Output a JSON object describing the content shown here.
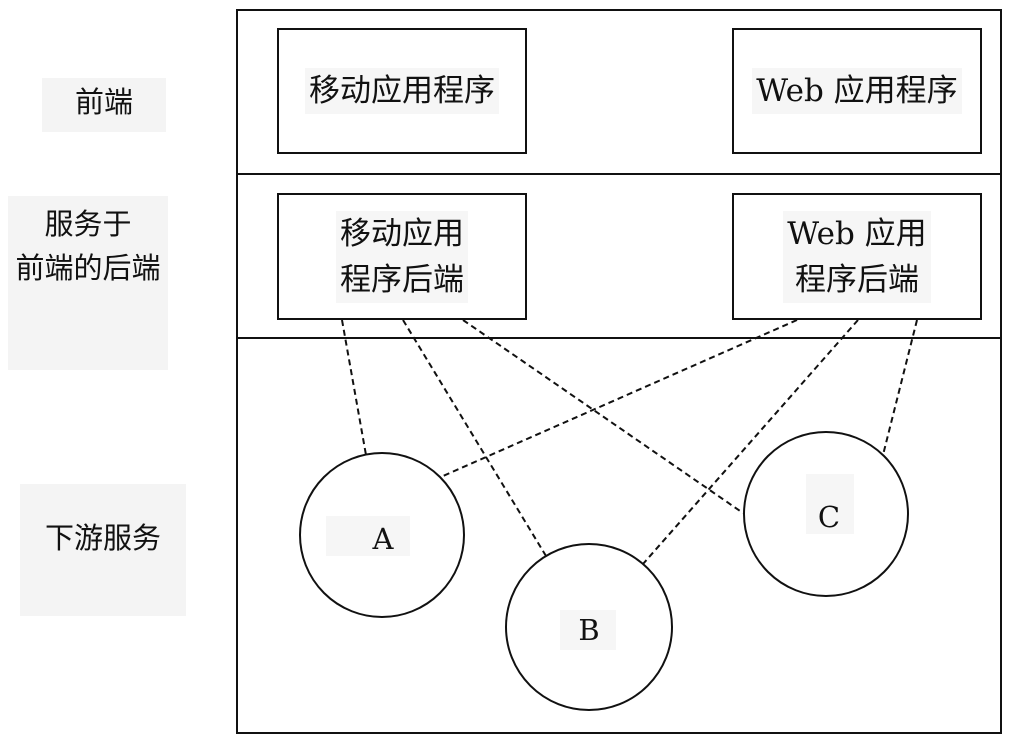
{
  "layers": {
    "frontend": {
      "label": "前端"
    },
    "bff": {
      "label_line1": "服务于",
      "label_line2": "前端的后端"
    },
    "downstream": {
      "label": "下游服务"
    }
  },
  "frontend_apps": {
    "mobile": "移动应用程序",
    "web": "Web 应用程序"
  },
  "backends": {
    "mobile": {
      "line1": "移动应用",
      "line2": "程序后端"
    },
    "web": {
      "line1": "Web 应用",
      "line2": "程序后端"
    }
  },
  "services": {
    "a": "A",
    "b": "B",
    "c": "C"
  },
  "connections": [
    {
      "from": "mobile-backend",
      "to": "A"
    },
    {
      "from": "mobile-backend",
      "to": "B"
    },
    {
      "from": "mobile-backend",
      "to": "C"
    },
    {
      "from": "web-backend",
      "to": "A"
    },
    {
      "from": "web-backend",
      "to": "B"
    },
    {
      "from": "web-backend",
      "to": "C"
    }
  ],
  "colors": {
    "stroke": "#111111",
    "label_background": "#f4f4f4"
  }
}
